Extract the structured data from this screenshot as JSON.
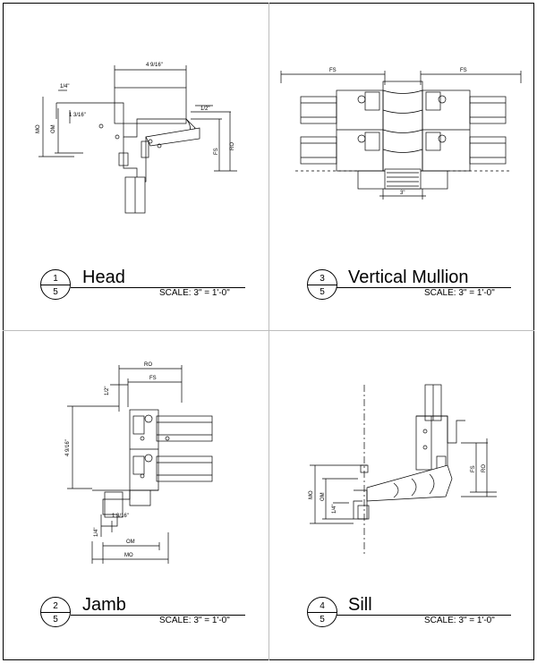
{
  "details": [
    {
      "id": "head",
      "number": "1",
      "sheet": "5",
      "title": "Head",
      "scale": "SCALE: 3\" = 1'-0\"",
      "dims": {
        "width": "4 9/16\"",
        "mo": "MO",
        "om": "OM",
        "fs": "FS",
        "ro": "RO",
        "a": "1/4\"",
        "b": "1 3/16\"",
        "c": "1/2\""
      }
    },
    {
      "id": "vertical-mullion",
      "number": "3",
      "sheet": "5",
      "title": "Vertical Mullion",
      "scale": "SCALE: 3\" = 1'-0\"",
      "dims": {
        "fs_left": "FS",
        "fs_right": "FS",
        "center": "3\""
      }
    },
    {
      "id": "jamb",
      "number": "2",
      "sheet": "5",
      "title": "Jamb",
      "scale": "SCALE: 3\" = 1'-0\"",
      "dims": {
        "ro": "RO",
        "fs": "FS",
        "om": "OM",
        "mo": "MO",
        "depth": "4 9/16\"",
        "a": "1/2\"",
        "b": "1 3/16\"",
        "c": "1/4\""
      }
    },
    {
      "id": "sill",
      "number": "4",
      "sheet": "5",
      "title": "Sill",
      "scale": "SCALE: 3\" = 1'-0\"",
      "dims": {
        "mo": "MO",
        "om": "OM",
        "fs": "FS",
        "ro": "RO",
        "a": "1/4\""
      }
    }
  ]
}
